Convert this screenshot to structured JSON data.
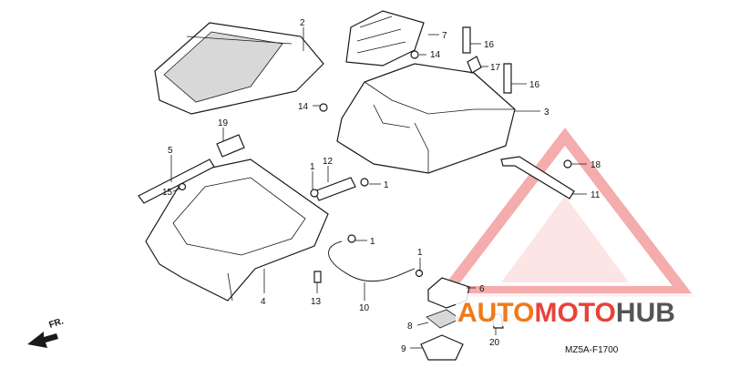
{
  "callouts": {
    "n1a": "1",
    "n1b": "1",
    "n1c": "1",
    "n1d": "1",
    "n2": "2",
    "n3": "3",
    "n4": "4",
    "n5": "5",
    "n6": "6",
    "n7": "7",
    "n8": "8",
    "n9": "9",
    "n10": "10",
    "n11": "11",
    "n12": "12",
    "n13": "13",
    "n14a": "14",
    "n14b": "14",
    "n15": "15",
    "n16a": "16",
    "n16b": "16",
    "n17": "17",
    "n18": "18",
    "n19": "19",
    "n20": "20"
  },
  "front_marker": "FR.",
  "diagram_code": "MZ5A-F1700",
  "watermark": {
    "part1": "AUTO",
    "part2": "MOTO",
    "part3": "HUB",
    "color1": "#f07a1a",
    "color2": "#e8423a",
    "color3": "#555555"
  }
}
